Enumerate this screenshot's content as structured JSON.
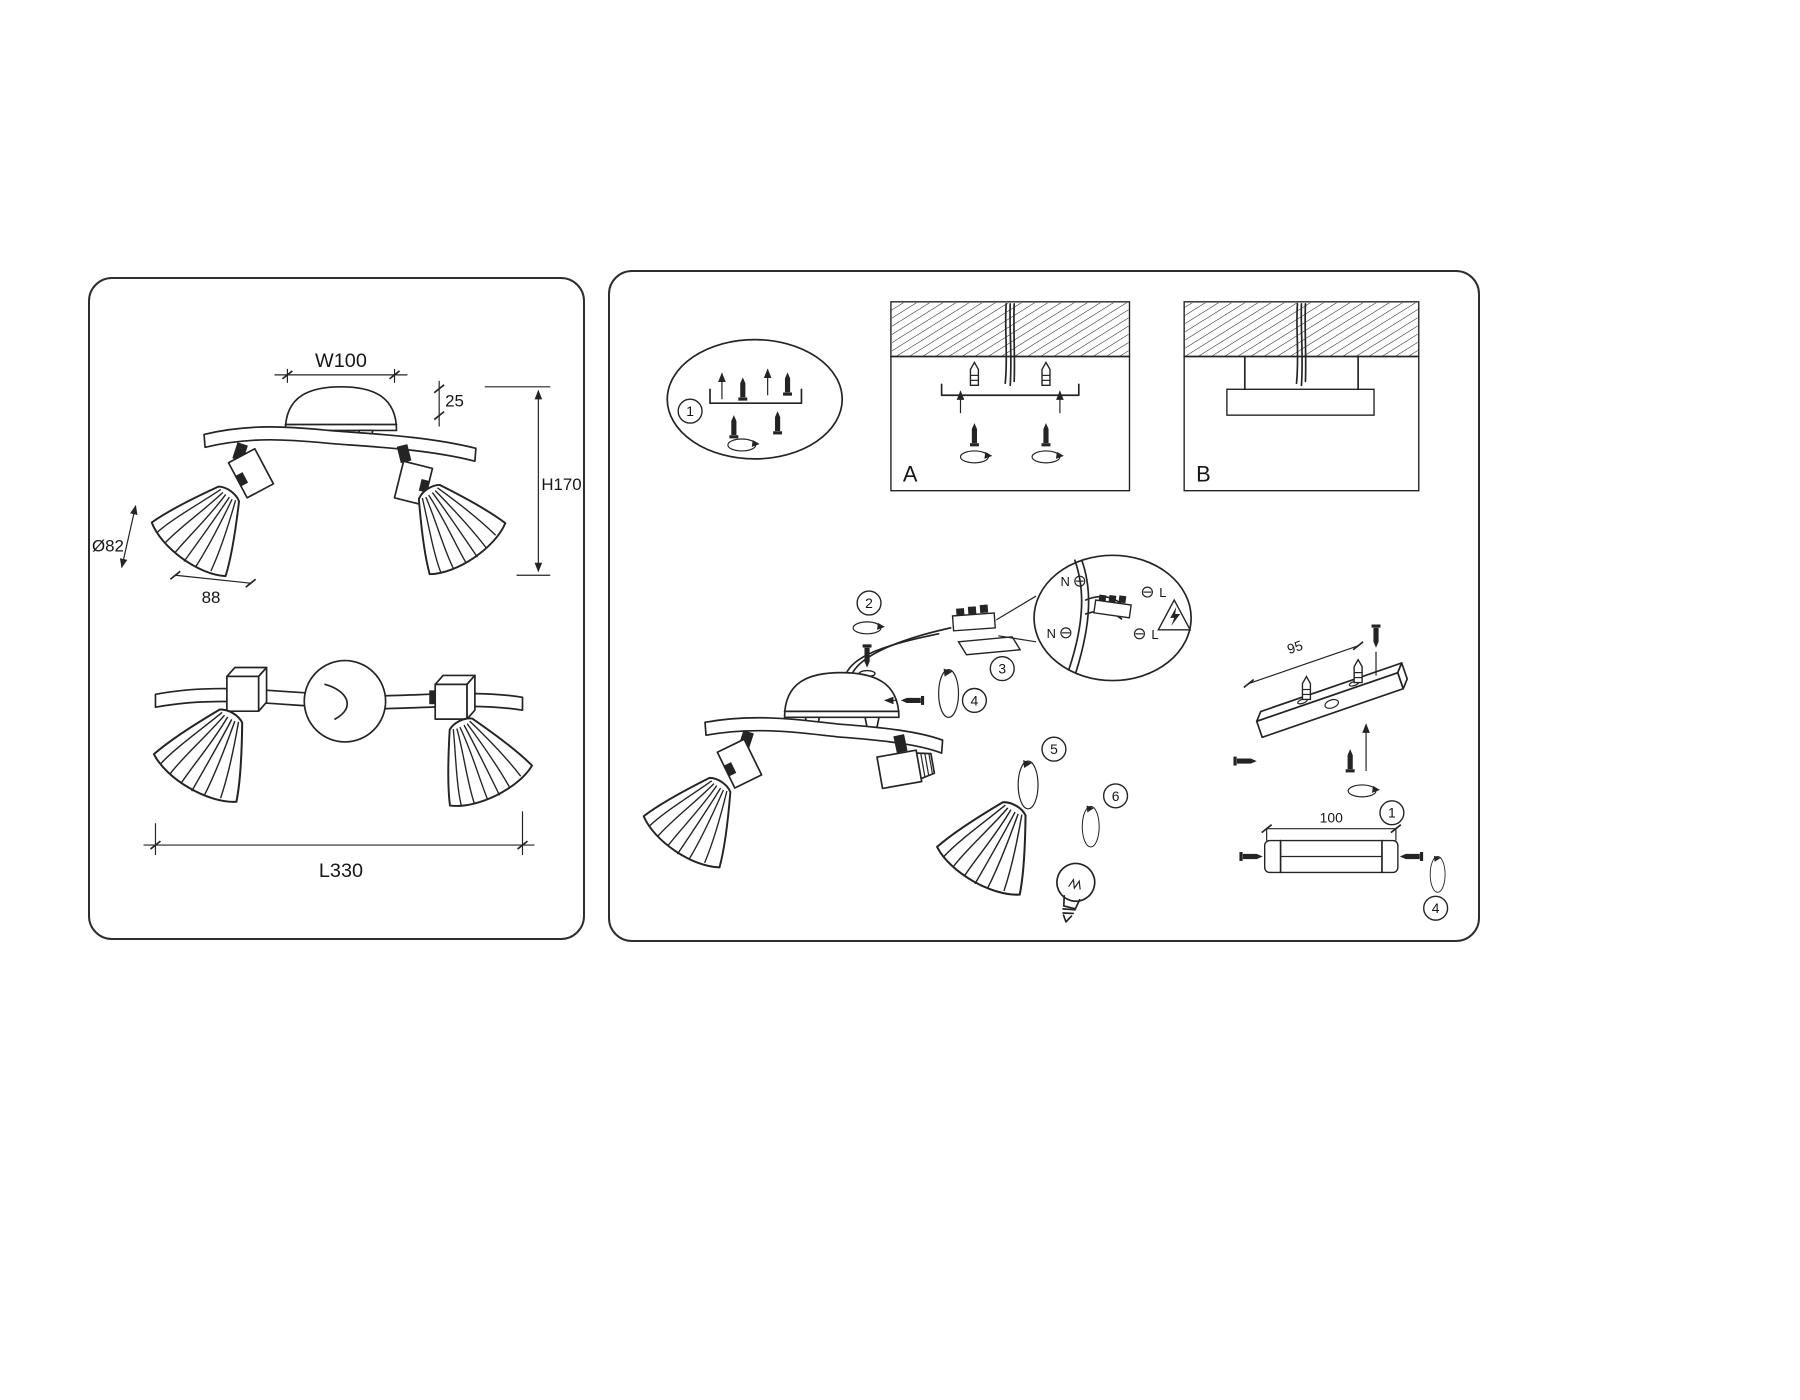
{
  "left_panel": {
    "labels": {
      "canopy_width": "W100",
      "canopy_height": "25",
      "fixture_height": "H170",
      "shade_diameter": "Ø82",
      "shade_width": "88",
      "fixture_length": "L330"
    }
  },
  "right_panel": {
    "mount_option_a": "A",
    "mount_option_b": "B",
    "steps": {
      "s1": "1",
      "s2": "2",
      "s3": "3",
      "s4": "4",
      "s5": "5",
      "s6": "6"
    },
    "wiring": {
      "neutral": "N",
      "live": "L"
    },
    "dims": {
      "bracket_length": "95",
      "mount_plate_length": "100"
    }
  }
}
